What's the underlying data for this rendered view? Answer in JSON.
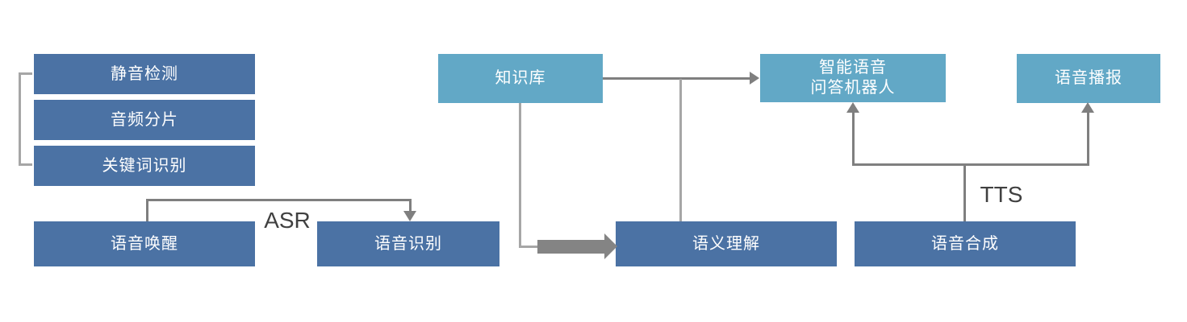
{
  "colors": {
    "dark_blue": "#4B72A4",
    "light_blue": "#62A8C6",
    "line_gray": "#7F7F7F",
    "line_gray_light": "#A6A6A6",
    "block_arrow_gray": "#848484",
    "label_color": "#404040",
    "box_text_color": "#FFFFFF",
    "background": "#FFFFFF"
  },
  "nodes": {
    "silence_detection": "静音检测",
    "audio_slicing": "音频分片",
    "keyword_recognition": "关键词识别",
    "voice_wakeup": "语音唤醒",
    "speech_recognition": "语音识别",
    "knowledge_base": "知识库",
    "semantic_understanding": "语义理解",
    "speech_synthesis": "语音合成",
    "qa_robot": {
      "line1": "智能语音",
      "line2": "问答机器人"
    },
    "voice_broadcast": "语音播报"
  },
  "labels": {
    "asr": "ASR",
    "tts": "TTS"
  }
}
